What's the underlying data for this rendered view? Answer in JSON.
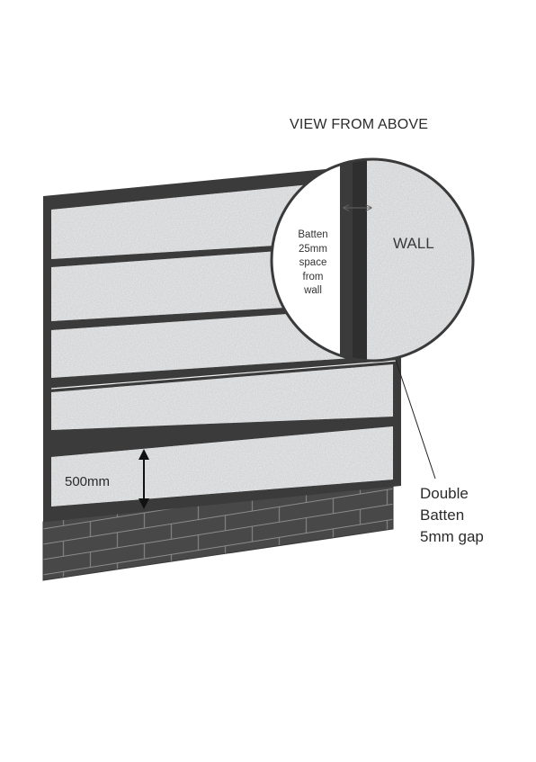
{
  "diagram": {
    "view_title": "VIEW FROM ABOVE",
    "wall_label": "WALL",
    "batten_note": [
      "Batten",
      "25mm",
      "space",
      "from",
      "wall"
    ],
    "height_label": "500mm",
    "double_batten_note": [
      "Double",
      "Batten",
      "5mm gap"
    ]
  },
  "colors": {
    "frame": "#3a3a3a",
    "panel": "#d2d3d4",
    "brick": "#4a4a4a",
    "mortar": "#8a8a8a",
    "text": "#2b2b2b"
  }
}
